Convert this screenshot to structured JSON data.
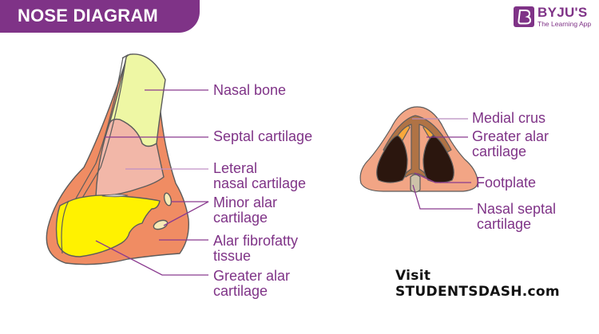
{
  "header": {
    "title": "NOSE DIAGRAM"
  },
  "brand": {
    "name": "BYJU'S",
    "tagline": "The Learning App",
    "color": "#7f3387"
  },
  "lateral_view": {
    "labels": [
      {
        "id": "nasal-bone",
        "text": "Nasal bone"
      },
      {
        "id": "septal-cartilage",
        "text": "Septal cartilage"
      },
      {
        "id": "lateral-nasal-cartilage",
        "text": "Leteral\nnasal cartilage"
      },
      {
        "id": "minor-alar-cartilage",
        "text": "Minor alar\ncartilage"
      },
      {
        "id": "alar-fibrofatty-tissue",
        "text": "Alar fibrofatty\ntissue"
      },
      {
        "id": "greater-alar-cartilage",
        "text": "Greater alar\ncartilage"
      }
    ]
  },
  "inferior_view": {
    "labels": [
      {
        "id": "medial-crus",
        "text": "Medial crus"
      },
      {
        "id": "greater-alar-cartilage",
        "text": "Greater alar\ncartilage"
      },
      {
        "id": "footplate",
        "text": "Footplate"
      },
      {
        "id": "nasal-septal-cartilage",
        "text": "Nasal septal\ncartilage"
      }
    ]
  },
  "watermark": "Visit STUDENTSDASH.com",
  "colors": {
    "label_text": "#7f3387",
    "leader_line": "#8a3a8f",
    "nasal_bone": "#eef7a4",
    "lateral_cartilage": "#f2b7a8",
    "skin": "#f08c63",
    "greater_alar": "#fff200",
    "minor_alar": "#f7ebb7",
    "nostril": "#2b160e",
    "crus": "#b07345",
    "alar_orange": "#f9a83a",
    "septal_tip": "#cdc2a8"
  }
}
